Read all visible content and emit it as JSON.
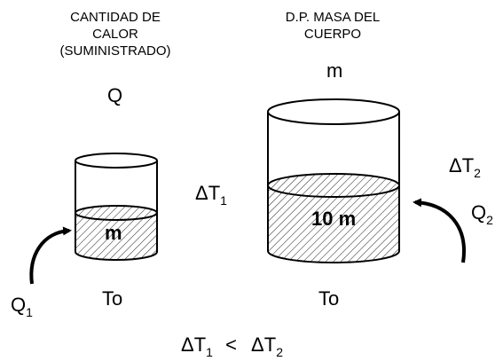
{
  "left": {
    "heading": [
      "CANTIDAD DE",
      "CALOR",
      "(SUMINISTRADO)"
    ],
    "symbol": "Q",
    "contents": "m",
    "delta_t": {
      "base": "ΔT",
      "sub": "1"
    },
    "heat": {
      "base": "Q",
      "sub": "1"
    },
    "initial_temp": "To"
  },
  "right": {
    "heading": [
      "D.P. MASA DEL",
      "CUERPO"
    ],
    "symbol": "m",
    "contents": "10 m",
    "delta_t": {
      "base": "ΔT",
      "sub": "2"
    },
    "heat": {
      "base": "Q",
      "sub": "2"
    },
    "initial_temp": "To"
  },
  "relation": {
    "lhs": {
      "base": "ΔT",
      "sub": "1"
    },
    "op": "<",
    "rhs": {
      "base": "ΔT",
      "sub": "2"
    }
  }
}
